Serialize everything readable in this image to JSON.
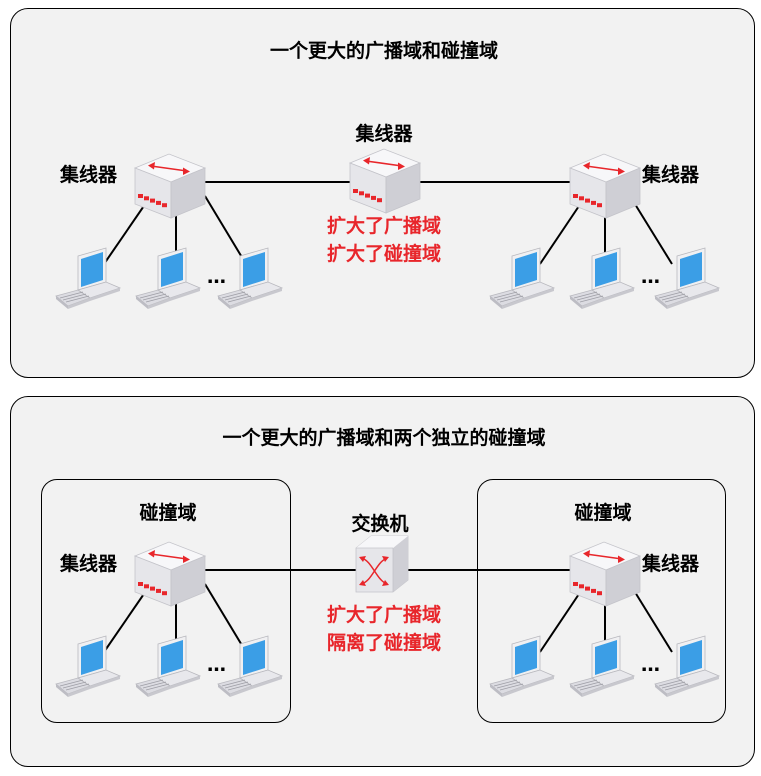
{
  "top": {
    "title": "一个更大的广播域和碰撞域",
    "center_label": "集线器",
    "left_label": "集线器",
    "right_label": "集线器",
    "note_line1": "扩大了广播域",
    "note_line2": "扩大了碰撞域",
    "dots_left": "…",
    "dots_right": "…"
  },
  "bottom": {
    "title": "一个更大的广播域和两个独立的碰撞域",
    "left_group_label": "碰撞域",
    "right_group_label": "碰撞域",
    "center_label": "交换机",
    "left_label": "集线器",
    "right_label": "集线器",
    "note_line1": "扩大了广播域",
    "note_line2": "隔离了碰撞域",
    "dots_left": "…",
    "dots_right": "…"
  },
  "colors": {
    "accent_red": "#e8262b",
    "panel_bg": "#f2f2f2",
    "device_gray": "#e6e6ea",
    "screen_blue": "#3b9ee6"
  },
  "icons": [
    "hub-icon",
    "switch-icon",
    "laptop-icon"
  ]
}
